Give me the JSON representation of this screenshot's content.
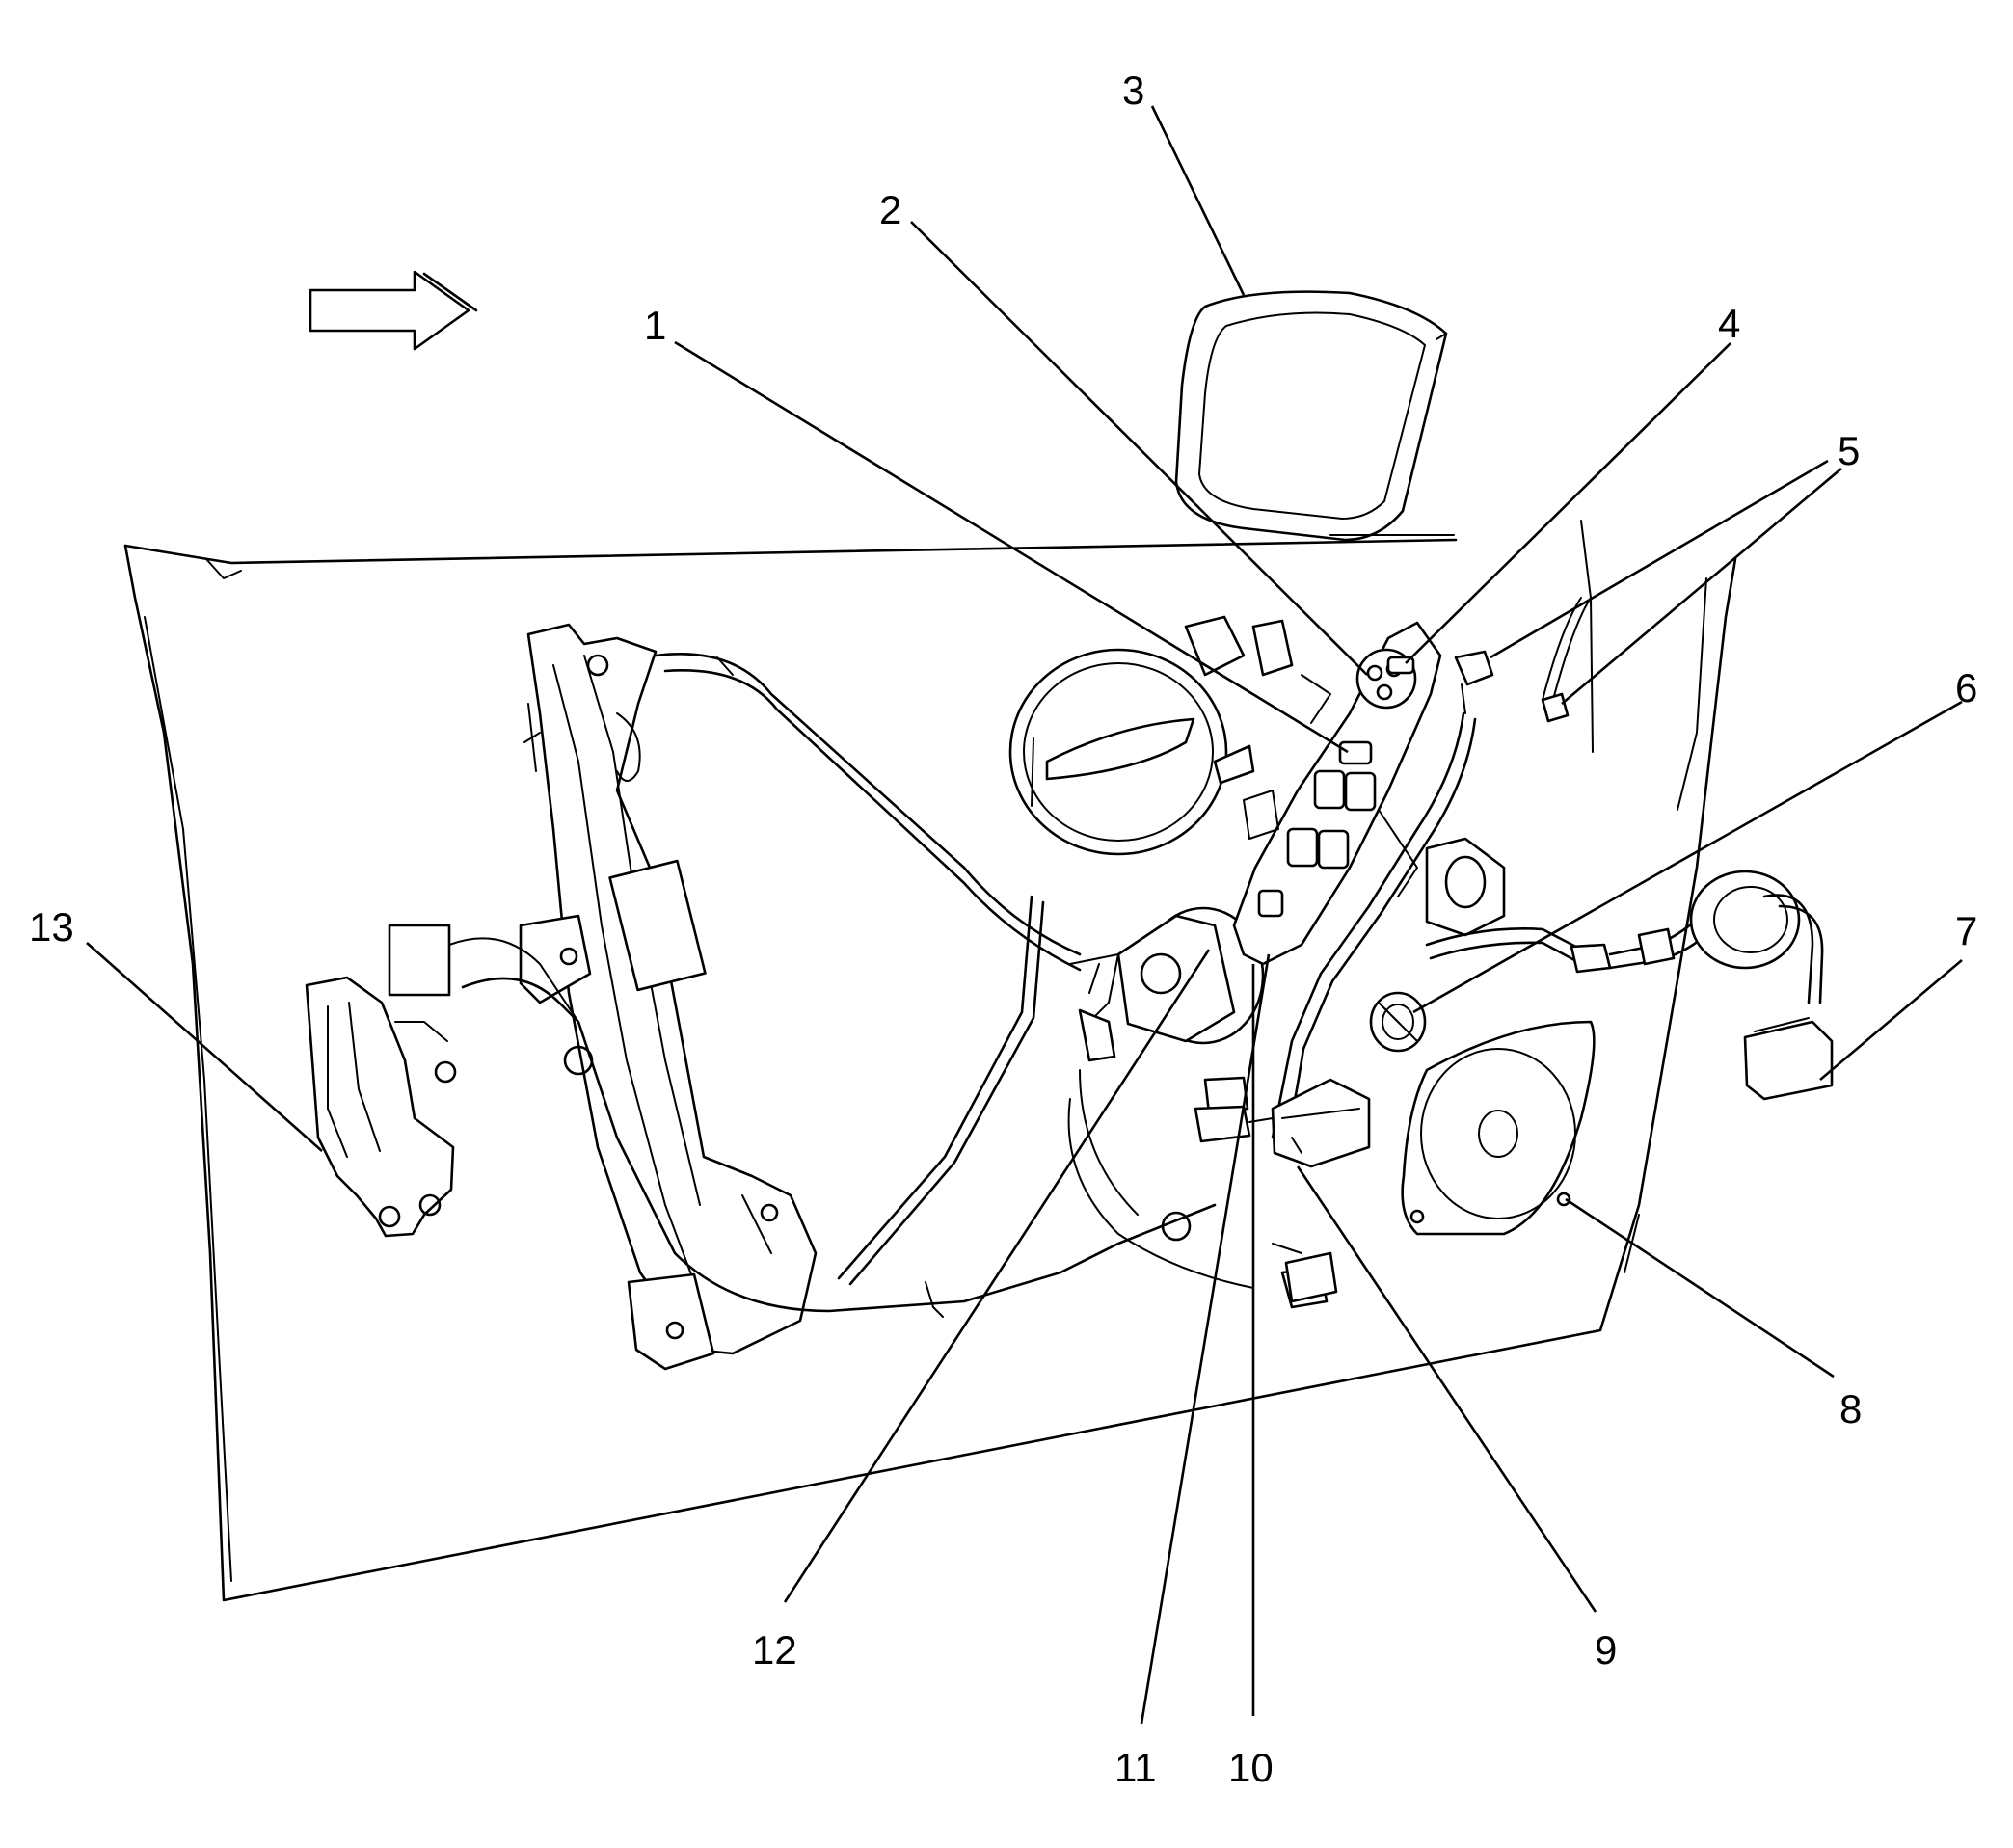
{
  "callouts": [
    "1",
    "2",
    "3",
    "4",
    "5",
    "6",
    "7",
    "8",
    "9",
    "10",
    "11",
    "12",
    "13"
  ],
  "icons": {
    "arrow": "direction-arrow-icon"
  },
  "colors": {
    "line": "#000000",
    "background": "#ffffff"
  }
}
